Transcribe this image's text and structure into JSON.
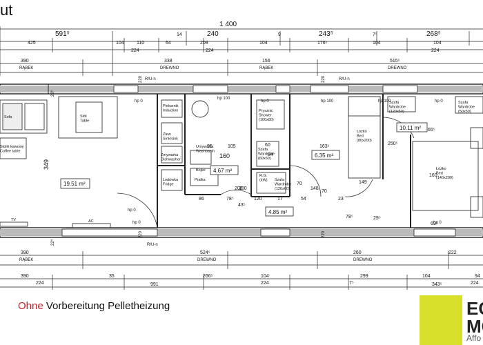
{
  "header": {
    "title": "ut",
    "total_width": "1 400"
  },
  "top_dims": {
    "row1": [
      "591⁵",
      "240",
      "243⁵",
      "268⁵"
    ],
    "row1_small": [
      "14",
      "9",
      "7⁵"
    ],
    "row2": [
      "425",
      "104",
      "110",
      "64",
      "208",
      "104",
      "176⁵",
      "104",
      "104"
    ],
    "row3": [
      "224",
      "224",
      "224"
    ],
    "row4": [
      "390",
      "338",
      "156",
      "515⁵"
    ],
    "row4_sub": [
      "RĄBEK",
      "DREWNO",
      "RĄBEK",
      "DREWNO"
    ]
  },
  "bottom_dims": {
    "row1": [
      "390",
      "524⁵",
      "260",
      "222"
    ],
    "row1_sub": [
      "RĄBEK",
      "DREWNO",
      "DREWNO"
    ],
    "row2": [
      "390",
      "35",
      "266⁵",
      "104",
      "299",
      "104",
      "94"
    ],
    "row3": [
      "224",
      "991",
      "224",
      "7⁵",
      "343⁵",
      "224"
    ]
  },
  "rooms": {
    "living": {
      "sofa": "Sofa",
      "table": "Stół\nTable",
      "coffee": "Stolik kawowy\nCoffee table",
      "area": "19.51 m²",
      "tv": "TV",
      "ac": "AC",
      "height": "349"
    },
    "kitchen": {
      "oven": "Piekarnik\nInduction",
      "sink": "Zlew\nSink/sink",
      "dishwasher": "Zmywarka\nDishwasher",
      "fridge": "Lodówka\nFridge",
      "boiler": "Bojler",
      "washer": "Pralka",
      "wash_label": "Umywalka\nWashbasin",
      "area": "4.67 m²",
      "dim": "160"
    },
    "bath": {
      "shower": "Prysznic\nShower\n(100x80)",
      "wardrobe": "Szafa\nWardrobe\n(60x60)",
      "wardrobe2": "Szafa\nWardrobe\n(120x60)",
      "rg": "R.G.\n(kW)",
      "area": "6.35 m²",
      "area2": "4.85 m²"
    },
    "bedroom1": {
      "bed": "Łóżko\nBed\n(80x200)",
      "wardrobe": "Szafa\nWardrobe\n(120x50)",
      "area": "10.11 m²"
    },
    "bedroom2": {
      "bed": "Łóżko\nBed\n(140x200)",
      "wardrobe": "Szafa\nWardrobe\n(50x50)"
    }
  },
  "inner_dims": [
    "86",
    "78⁵",
    "43⁵",
    "120",
    "17",
    "54",
    "23",
    "70",
    "70",
    "148",
    "105",
    "95",
    "60",
    "84",
    "163⁵",
    "200",
    "200",
    "250⁵",
    "65⁵",
    "69⁵",
    "149",
    "78⁵",
    "29⁵",
    "160"
  ],
  "window_labels": [
    "220",
    "220",
    "220",
    "220",
    "R/U-n",
    "R/U-n",
    "R/U-n",
    "hp 0",
    "hp 0",
    "hp 100",
    "hp 100",
    "hp 100",
    "hp 0",
    "hp 0",
    "hp 0",
    "hp 0",
    "22⁰",
    "22⁰"
  ],
  "caption": {
    "highlight": "Ohne",
    "rest": " Vorbereitung Pelletheizung"
  },
  "logo": {
    "line1": "EC",
    "line2": "MO",
    "line3": "Affo",
    "color": "#d8e02a"
  }
}
